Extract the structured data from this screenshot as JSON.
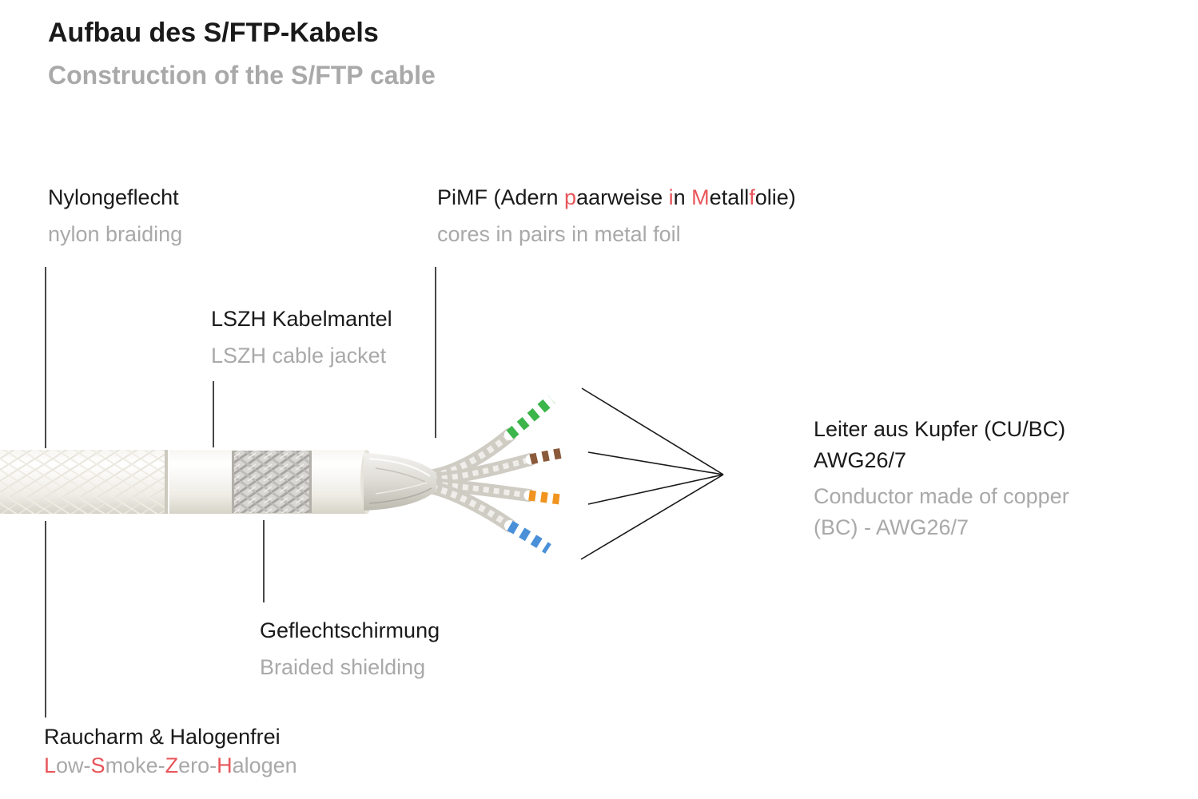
{
  "title": "Aufbau des S/FTP-Kabels",
  "subtitle": "Construction of the S/FTP cable",
  "colors": {
    "accent_red": "#e8555a",
    "text_dark": "#1a1a1a",
    "text_gray": "#a9a9a9",
    "wire_green": "#3cb54a",
    "wire_brown": "#8a5a3b",
    "wire_orange": "#f0941f",
    "wire_blue": "#4a90d9"
  },
  "labels": {
    "nylon": {
      "de": "Nylongeflecht",
      "en": "nylon braiding"
    },
    "pimf": {
      "de_rich": [
        {
          "t": "PiMF (Adern "
        },
        {
          "t": "p",
          "c": "#e8555a"
        },
        {
          "t": "aarweise "
        },
        {
          "t": "i",
          "c": "#e8555a"
        },
        {
          "t": "n "
        },
        {
          "t": "M",
          "c": "#e8555a"
        },
        {
          "t": "etall"
        },
        {
          "t": "f",
          "c": "#e8555a"
        },
        {
          "t": "olie)"
        }
      ],
      "en": "cores in pairs in metal foil"
    },
    "lszh": {
      "de": "LSZH Kabelmantel",
      "en": "LSZH cable jacket"
    },
    "braid": {
      "de": "Geflechtschirmung",
      "en": "Braided shielding"
    },
    "conductor": {
      "de_line1": "Leiter aus Kupfer (CU/BC)",
      "de_line2": "AWG26/7",
      "en_line1": "Conductor made of copper",
      "en_line2": "(BC) - AWG26/7"
    },
    "halogen": {
      "de": "Raucharm & Halogenfrei",
      "en_rich": [
        {
          "t": "L",
          "c": "#e8555a"
        },
        {
          "t": "ow-"
        },
        {
          "t": "S",
          "c": "#e8555a"
        },
        {
          "t": "moke-"
        },
        {
          "t": "Z",
          "c": "#e8555a"
        },
        {
          "t": "ero-"
        },
        {
          "t": "H",
          "c": "#e8555a"
        },
        {
          "t": "alogen"
        }
      ]
    }
  }
}
